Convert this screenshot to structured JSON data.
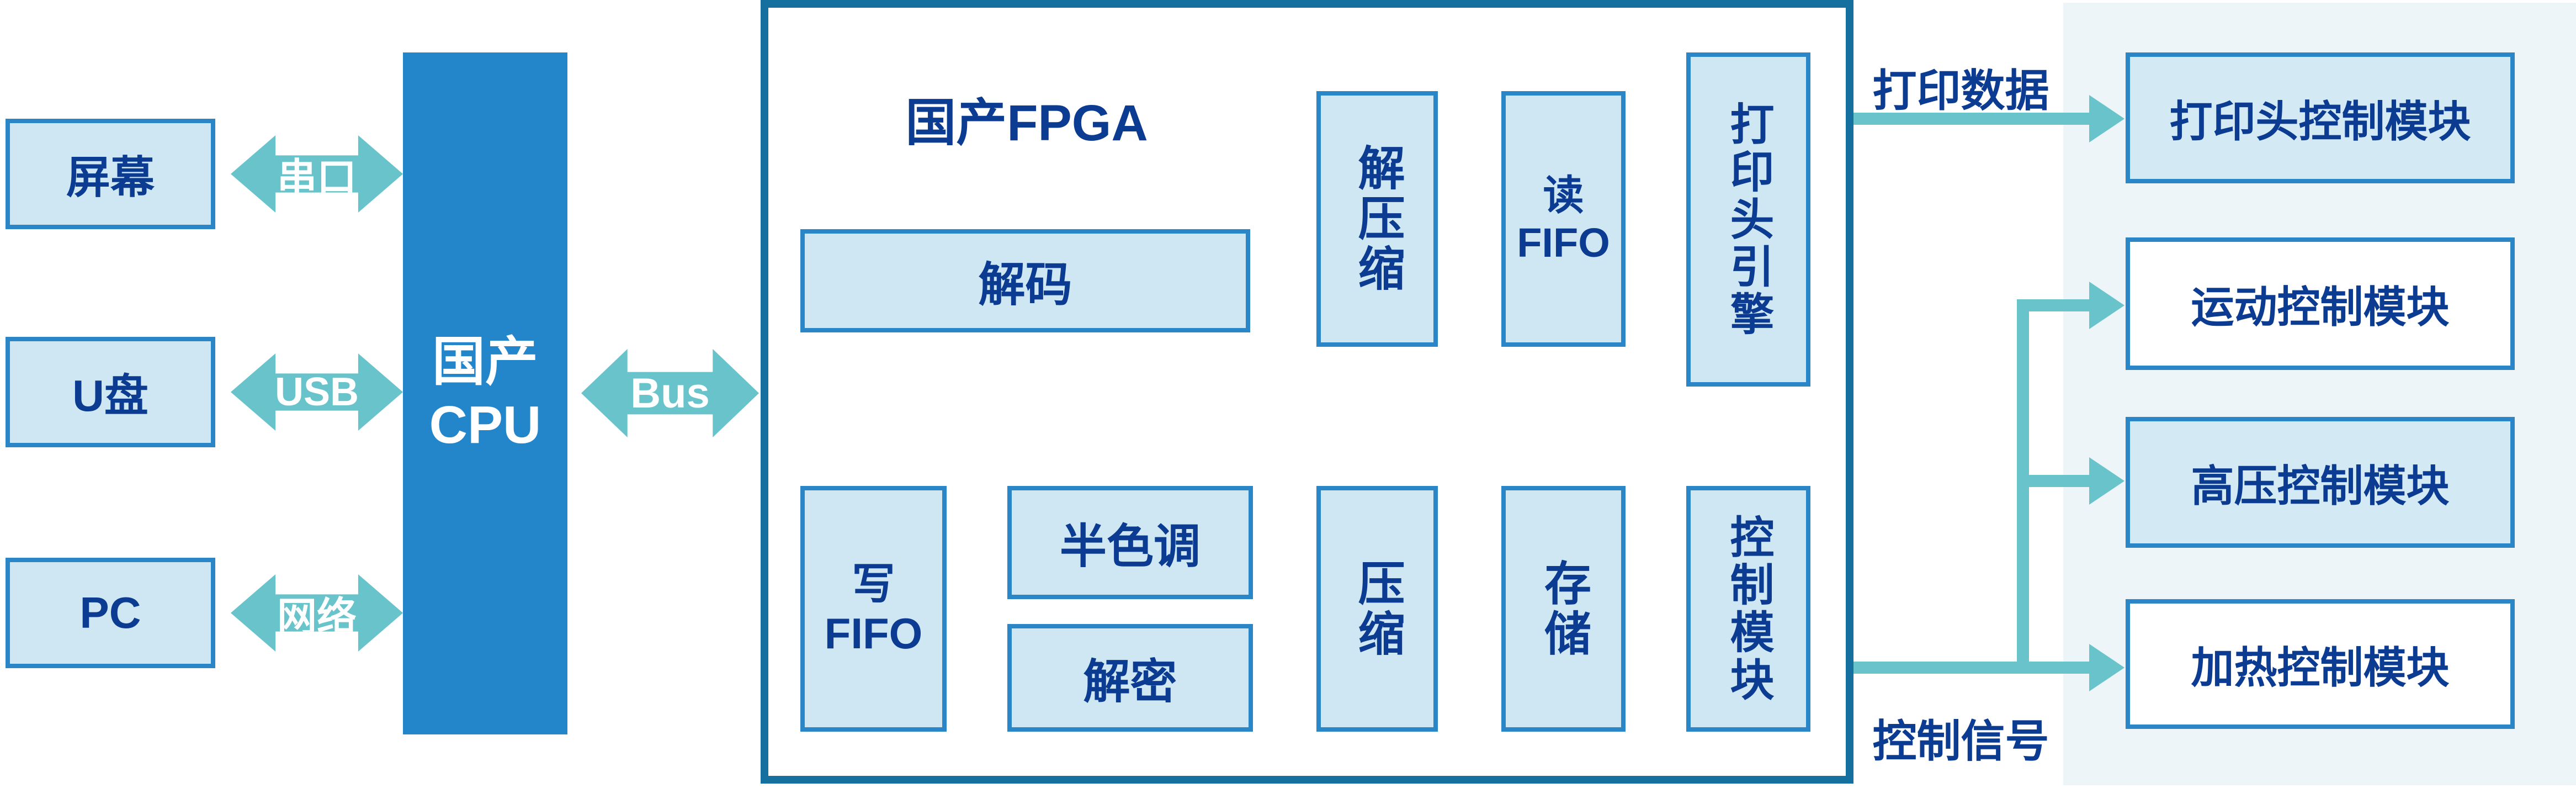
{
  "colors": {
    "navy_text": "#0c3c92",
    "light_box_fill": "#cfe7f3",
    "box_border": "#2b86c8",
    "fpga_border": "#15709f",
    "cpu_fill": "#2486ca",
    "teal_arrow": "#68c3cb",
    "right_panel": "#edf5f9",
    "module_fill_alt": "#d3e9f4"
  },
  "left": {
    "sources": [
      {
        "label": "屏幕"
      },
      {
        "label": "U盘"
      },
      {
        "label": "PC"
      }
    ],
    "links": [
      {
        "label": "串口"
      },
      {
        "label": "USB"
      },
      {
        "label": "网络"
      }
    ],
    "cpu": {
      "line1": "国产",
      "line2": "CPU"
    },
    "bus": {
      "label": "Bus"
    }
  },
  "fpga": {
    "title": "国产FPGA",
    "decode": "解码",
    "write_fifo": {
      "line1": "写",
      "line2": "FIFO"
    },
    "halftone": "半色调",
    "decrypt": "解密",
    "compress": "压缩",
    "store": "存储",
    "control_module": "控制模块",
    "decompress": "解压缩",
    "read_fifo": {
      "line1": "读",
      "line2": "FIFO"
    },
    "printhead_engine": "打印头引擎"
  },
  "right": {
    "print_data_label": "打印数据",
    "control_signal_label": "控制信号",
    "modules": [
      {
        "label": "打印头控制模块"
      },
      {
        "label": "运动控制模块"
      },
      {
        "label": "高压控制模块"
      },
      {
        "label": "加热控制模块"
      }
    ]
  }
}
